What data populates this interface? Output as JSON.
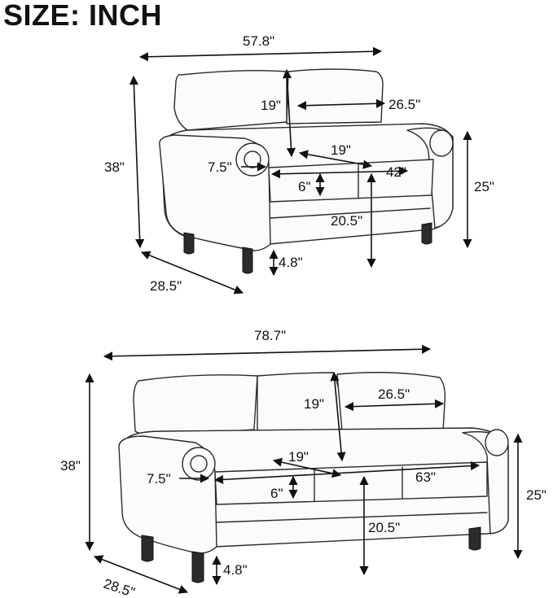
{
  "title": "SIZE: INCH",
  "loveseat": {
    "overall_width": "57.8\"",
    "back_height": "19\"",
    "back_width": "26.5\"",
    "seat_depth": "19\"",
    "overall_height": "38\"",
    "arm_width": "7.5\"",
    "seat_width": "42\"",
    "cushion_thickness": "6\"",
    "arm_height": "25\"",
    "seat_height": "20.5\"",
    "leg_height": "4.8\"",
    "overall_depth": "28.5\""
  },
  "sofa": {
    "overall_width": "78.7\"",
    "back_height": "19\"",
    "back_width": "26.5\"",
    "seat_depth": "19\"",
    "overall_height": "38\"",
    "arm_width": "7.5\"",
    "seat_width": "63\"",
    "cushion_thickness": "6\"",
    "arm_height": "25\"",
    "seat_height": "20.5\"",
    "leg_height": "4.8\"",
    "overall_depth": "28.5\""
  }
}
